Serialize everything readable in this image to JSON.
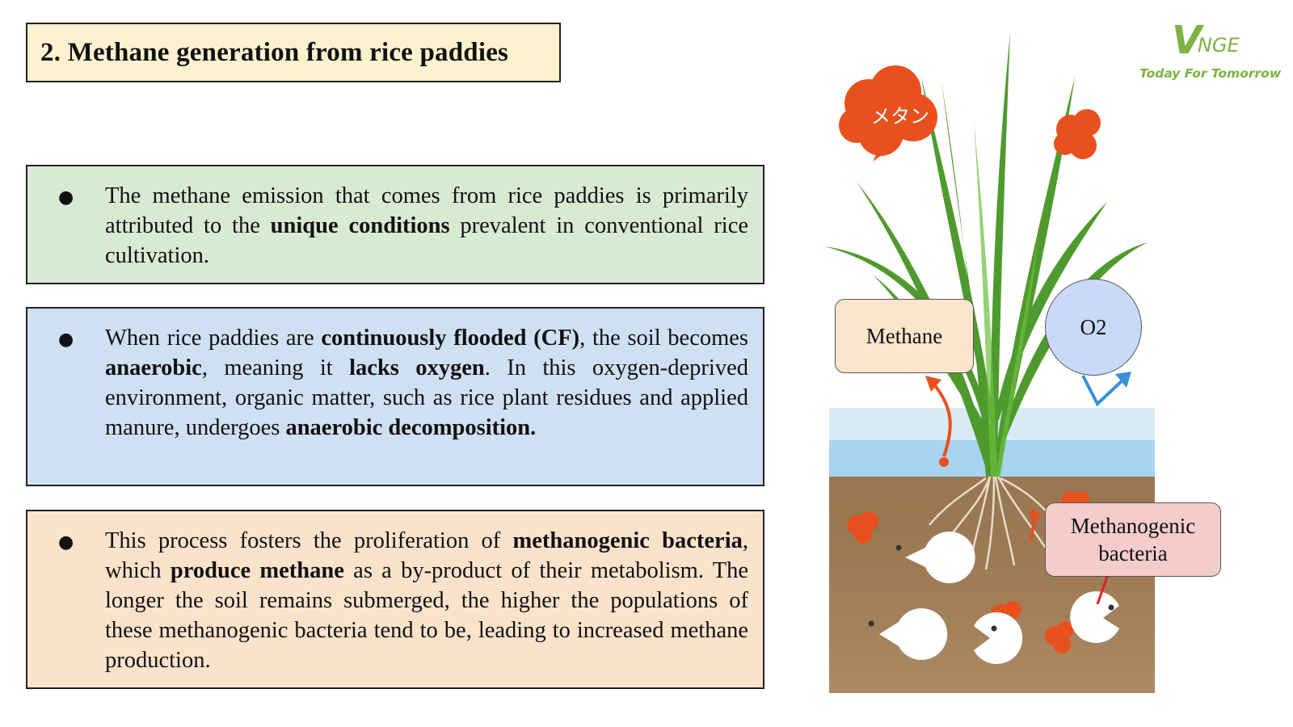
{
  "title": "2. Methane generation from rice paddies",
  "cards": [
    {
      "bullet": "●",
      "segments": [
        {
          "t": "The methane emission that comes from rice paddies is primarily attributed to the ",
          "b": false
        },
        {
          "t": "unique conditions",
          "b": true
        },
        {
          "t": " prevalent in conventional rice cultivation.",
          "b": false
        }
      ],
      "bg": "#d9ead3"
    },
    {
      "bullet": "●",
      "segments": [
        {
          "t": "When rice paddies are ",
          "b": false
        },
        {
          "t": "continuously flooded (CF)",
          "b": true
        },
        {
          "t": ", the soil becomes ",
          "b": false
        },
        {
          "t": "anaerobic",
          "b": true
        },
        {
          "t": ", meaning it ",
          "b": false
        },
        {
          "t": "lacks oxygen",
          "b": true
        },
        {
          "t": ". In this oxygen-deprived environment, organic matter, such as rice plant residues and applied manure, undergoes ",
          "b": false
        },
        {
          "t": "anaerobic decomposition.",
          "b": true
        }
      ],
      "bg": "#cfe0f2"
    },
    {
      "bullet": "●",
      "segments": [
        {
          "t": "This process fosters the proliferation of ",
          "b": false
        },
        {
          "t": "methanogenic bacteria",
          "b": true
        },
        {
          "t": ", which ",
          "b": false
        },
        {
          "t": "produce methane",
          "b": true
        },
        {
          "t": " as a by-product of their metabolism. The longer the soil remains submerged, the higher the populations of these methanogenic bacteria tend to be, leading to increased methane production.",
          "b": false
        }
      ],
      "bg": "#fbe3cb"
    }
  ],
  "illustration": {
    "cloud_text": "メタン",
    "methane_label": "Methane",
    "o2_label": "O2",
    "bacteria_label": "Methanogenic bacteria",
    "colors": {
      "water": "#cfe6f5",
      "soil": "#9c7a55",
      "leaf": "#4f9a2e",
      "methane_blob": "#e8501e",
      "bacteria": "#ffffff",
      "o2_arrow": "#3b8fd6",
      "methane_arrow": "#e8501e",
      "pointer": "#e02020"
    }
  },
  "logo": {
    "mark": "V",
    "word": "NGE",
    "tagline": "Today For Tomorrow",
    "color": "#7cb342"
  }
}
